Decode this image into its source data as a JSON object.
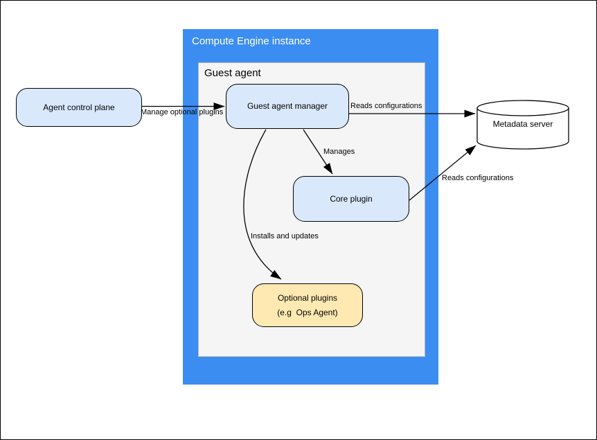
{
  "diagram": {
    "containers": {
      "compute_engine_instance": {
        "title": "Compute Engine instance"
      },
      "guest_agent": {
        "title": "Guest agent"
      }
    },
    "nodes": {
      "agent_control_plane": {
        "label": "Agent control plane"
      },
      "guest_agent_manager": {
        "label": "Guest agent manager"
      },
      "core_plugin": {
        "label": "Core plugin"
      },
      "optional_plugins": {
        "line1": "Optional plugins",
        "line2": "(e.g  Ops Agent)"
      },
      "metadata_server": {
        "label": "Metadata server"
      }
    },
    "edges": {
      "manage_optional_plugins": {
        "label": "Manage optional plugins"
      },
      "manager_reads_configurations": {
        "label": "Reads configurations"
      },
      "manages": {
        "label": "Manages"
      },
      "installs_and_updates": {
        "label": "Installs and updates"
      },
      "core_reads_configurations": {
        "label": "Reads configurations"
      }
    },
    "colors": {
      "instance_container_blue": "#3c8df1",
      "guest_agent_gray_fill": "#f5f5f5",
      "guest_agent_gray_border": "#b9b9b9",
      "node_blue_fill": "#dae8fc",
      "node_yellow_fill": "#ffe9b3",
      "node_border": "#000000",
      "edge_stroke": "#000000",
      "instance_title_text": "#ffffff",
      "text": "#000000",
      "cylinder_fill": "#ffffff"
    }
  }
}
